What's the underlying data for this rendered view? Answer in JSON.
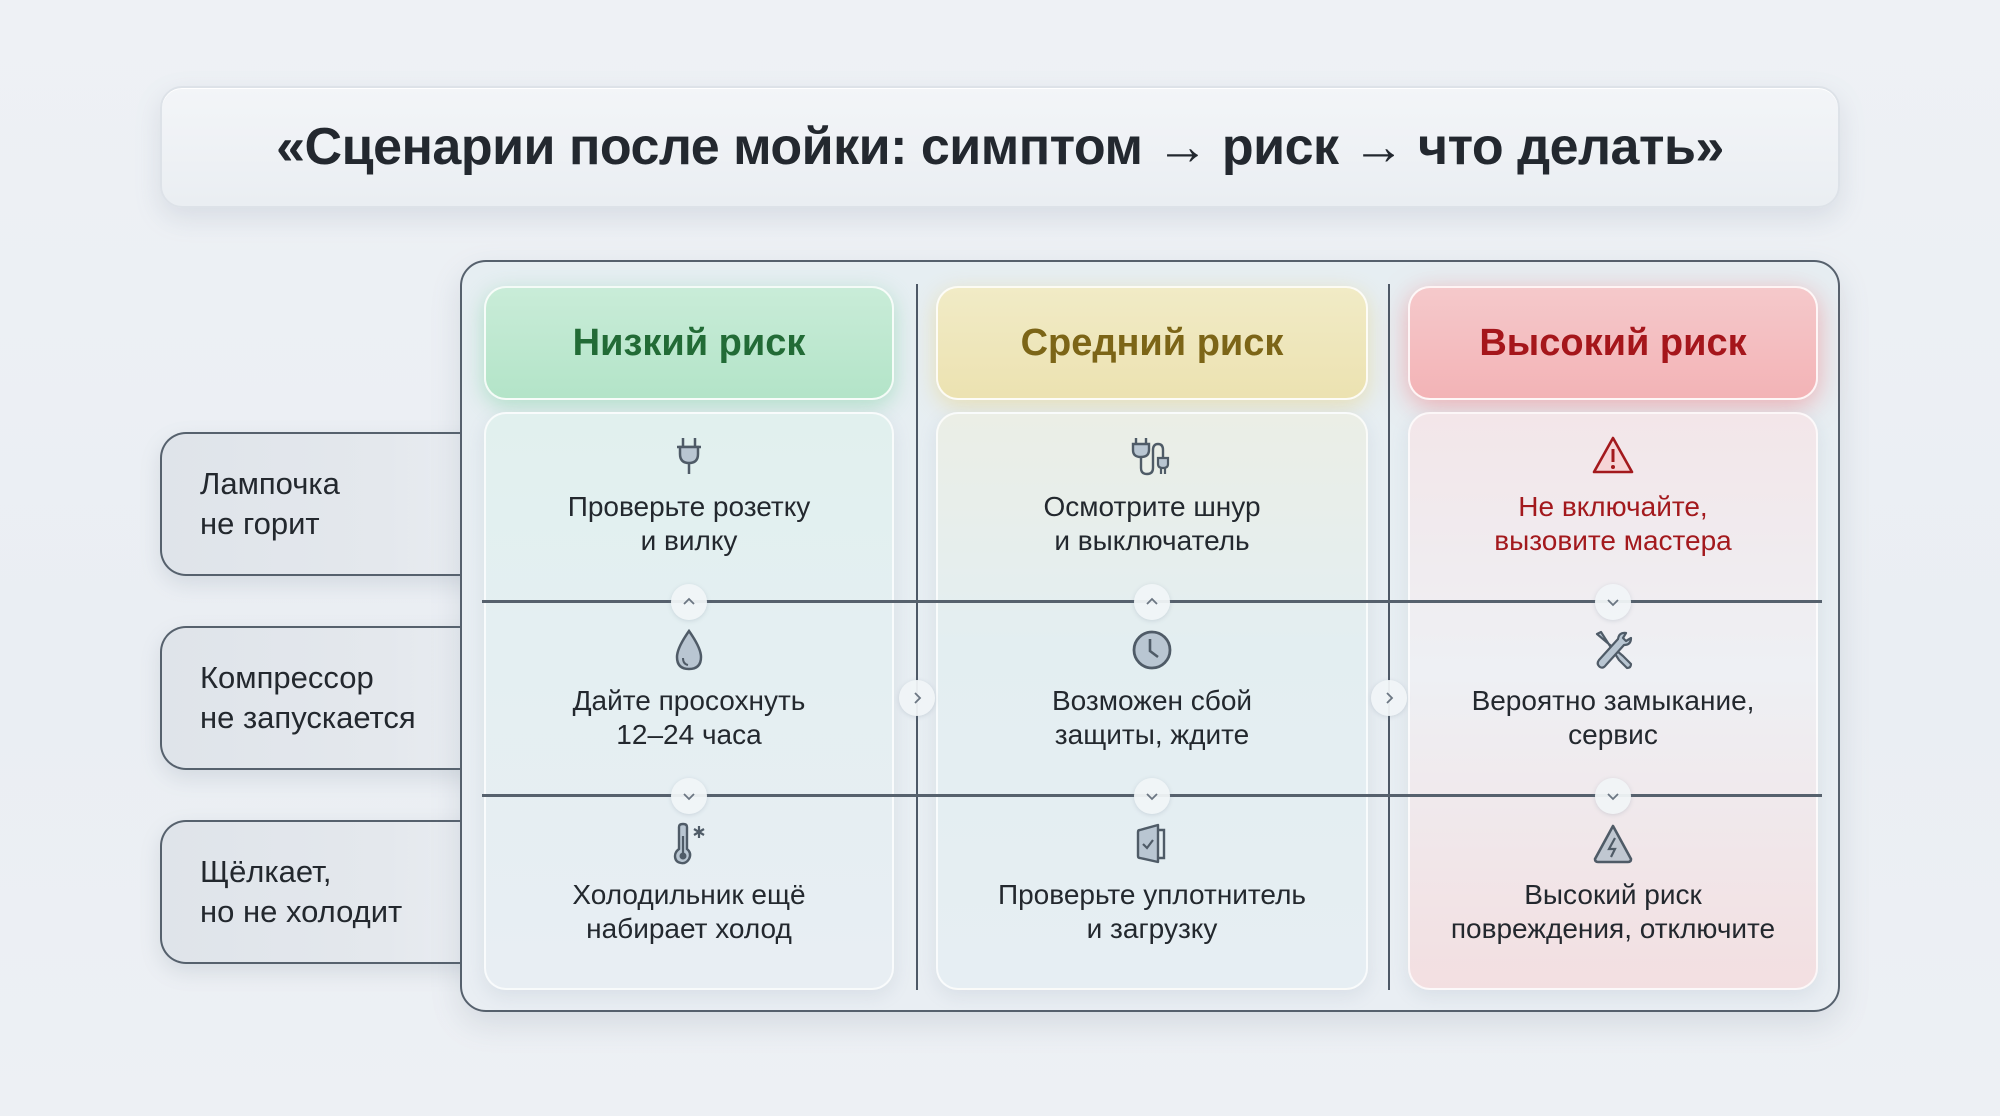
{
  "title": "«Сценарии после мойки: симптом → риск → что делать»",
  "columns": [
    {
      "key": "low",
      "label": "Низкий риск",
      "color": "#226b36"
    },
    {
      "key": "mid",
      "label": "Средний риск",
      "color": "#7c6517"
    },
    {
      "key": "high",
      "label": "Высокий риск",
      "color": "#a5161b"
    }
  ],
  "rows": [
    {
      "label": "Лампочка\nне горит"
    },
    {
      "label": "Компрессор\nне запускается"
    },
    {
      "label": "Щёлкает,\nно не холодит"
    }
  ],
  "cells": {
    "r0": {
      "low": {
        "icon": "plug-icon",
        "text": "Проверьте розетку\nи вилку"
      },
      "mid": {
        "icon": "plug-cord-icon",
        "text": "Осмотрите шнур\nи выключатель"
      },
      "high": {
        "icon": "warning-icon",
        "text": "Не включайте,\nвызовите мастера",
        "color": "#a3191d"
      }
    },
    "r1": {
      "low": {
        "icon": "water-drop-icon",
        "text": "Дайте просохнуть\n12–24 часа"
      },
      "mid": {
        "icon": "clock-icon",
        "text": "Возможен сбой\nзащиты, ждите"
      },
      "high": {
        "icon": "tools-icon",
        "text": "Вероятно замыкание,\nсервис"
      }
    },
    "r2": {
      "low": {
        "icon": "thermometer-snow-icon",
        "text": "Холодильник ещё\nнабирает холод"
      },
      "mid": {
        "icon": "door-check-icon",
        "text": "Проверьте уплотнитель\nи загрузку"
      },
      "high": {
        "icon": "high-voltage-icon",
        "text": "Высокий риск\nповреждения, отключите"
      }
    }
  },
  "connectors": {
    "row_divider_1": [
      "up",
      "up",
      "down"
    ],
    "row_divider_2": [
      "down",
      "down",
      "down"
    ],
    "column_divider": [
      "right",
      "right"
    ]
  }
}
